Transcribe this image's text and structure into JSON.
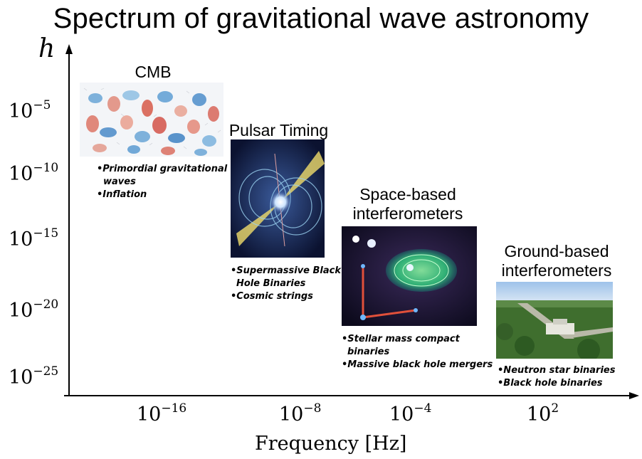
{
  "title": "Spectrum of gravitational wave astronomy",
  "y_axis": {
    "symbol": "h",
    "ticks": [
      {
        "base": "10",
        "exp": "−5"
      },
      {
        "base": "10",
        "exp": "−10"
      },
      {
        "base": "10",
        "exp": "−15"
      },
      {
        "base": "10",
        "exp": "−20"
      },
      {
        "base": "10",
        "exp": "−25"
      }
    ]
  },
  "x_axis": {
    "title": "Frequency [Hz]",
    "ticks": [
      {
        "base": "10",
        "exp": "−16"
      },
      {
        "base": "10",
        "exp": "−8"
      },
      {
        "base": "10",
        "exp": "−4"
      },
      {
        "base": "10",
        "exp": "2"
      }
    ]
  },
  "bands": [
    {
      "title": "CMB",
      "bullets": [
        "•Primordial gravitational",
        "  waves",
        "•Inflation"
      ]
    },
    {
      "title": "Pulsar Timing",
      "bullets": [
        "•Supermassive Black",
        "  Hole Binaries",
        "•Cosmic strings"
      ]
    },
    {
      "title_lines": [
        "Space-based",
        "interferometers"
      ],
      "bullets": [
        "•Stellar mass compact",
        "  binaries",
        "•Massive black hole mergers"
      ]
    },
    {
      "title_lines": [
        "Ground-based",
        "interferometers"
      ],
      "bullets": [
        "•Neutron star binaries",
        "•Black hole binaries"
      ]
    }
  ],
  "images": {
    "cmb": "cmb-polarization-map",
    "pulsar": "pulsar-beam-illustration",
    "space": "lisa-constellation-illustration",
    "ground": "ligo-observatory-aerial-photo"
  }
}
